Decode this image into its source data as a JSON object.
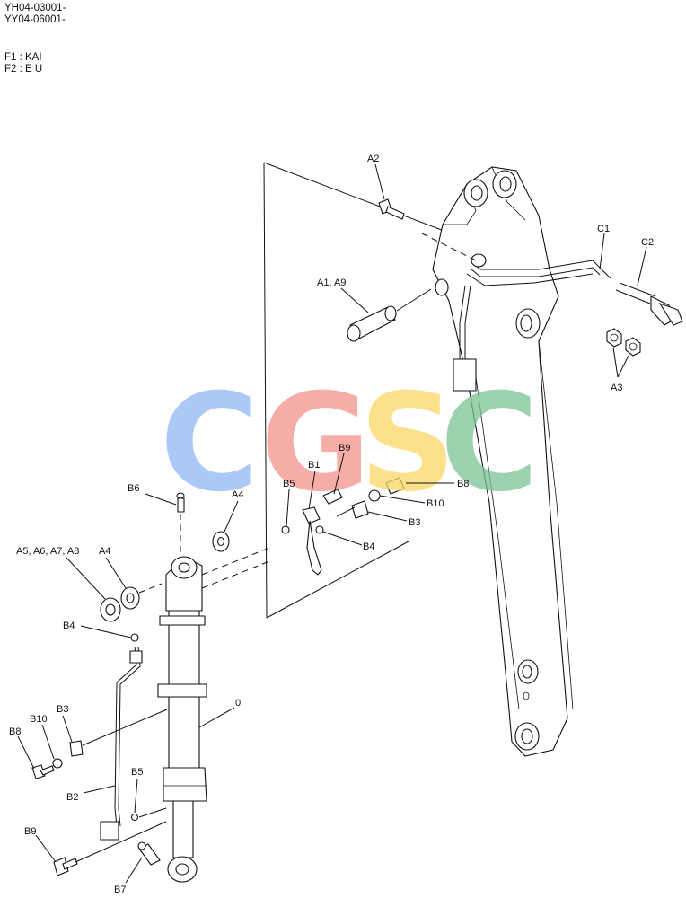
{
  "header": {
    "serial_1": "YH04-03001-",
    "serial_2": "YY04-06001-",
    "note_f1": "F1 : KAI",
    "note_f2": "F2 : E U"
  },
  "watermark": {
    "letters": [
      {
        "char": "C",
        "color": "#8fb6f5"
      },
      {
        "char": "G",
        "color": "#f3928c"
      },
      {
        "char": "S",
        "color": "#fbd768"
      },
      {
        "char": "C",
        "color": "#7cc296"
      }
    ]
  },
  "callouts": {
    "a2": "A2",
    "c1": "C1",
    "c2": "C2",
    "a1_a9": "A1, A9",
    "a3": "A3",
    "b9_top": "B9",
    "b1": "B1",
    "b5_top": "B5",
    "b6": "B6",
    "a4_right": "A4",
    "b8_top": "B8",
    "b10_top": "B10",
    "b3_top": "B3",
    "b4_top": "B4",
    "a5_a8": "A5, A6, A7, A8",
    "a4_left": "A4",
    "b4_left": "B4",
    "cyl_0": "0",
    "b3_left": "B3",
    "b10_left": "B10",
    "b8_left": "B8",
    "b5_bottom": "B5",
    "b2": "B2",
    "b9_bottom": "B9",
    "b7": "B7"
  }
}
